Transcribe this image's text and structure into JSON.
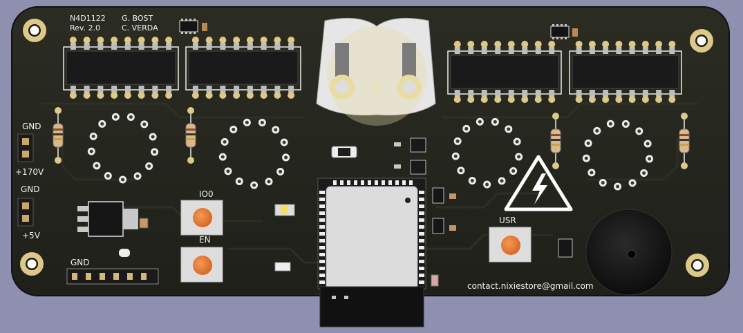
{
  "board": {
    "id": "N4D1122",
    "revision": "Rev. 2.0",
    "author_1": "G. BOST",
    "author_2": "C. VERDA",
    "contact": "contact.nixiestore@gmail.com"
  },
  "connectors": {
    "hv_gnd": "GND",
    "hv_voltage": "+170V",
    "lv_gnd": "GND",
    "lv_voltage": "+5V",
    "header_gnd": "GND"
  },
  "buttons": {
    "io0": "IO0",
    "en": "EN",
    "usr": "USR"
  },
  "colors": {
    "background": "#8f90b0",
    "pcb": "#24251d",
    "silkscreen": "#f2f2f2",
    "pad_gold": "#dcc98a",
    "button_cap": "#e8742c",
    "module_shield": "#dcdcdc"
  }
}
